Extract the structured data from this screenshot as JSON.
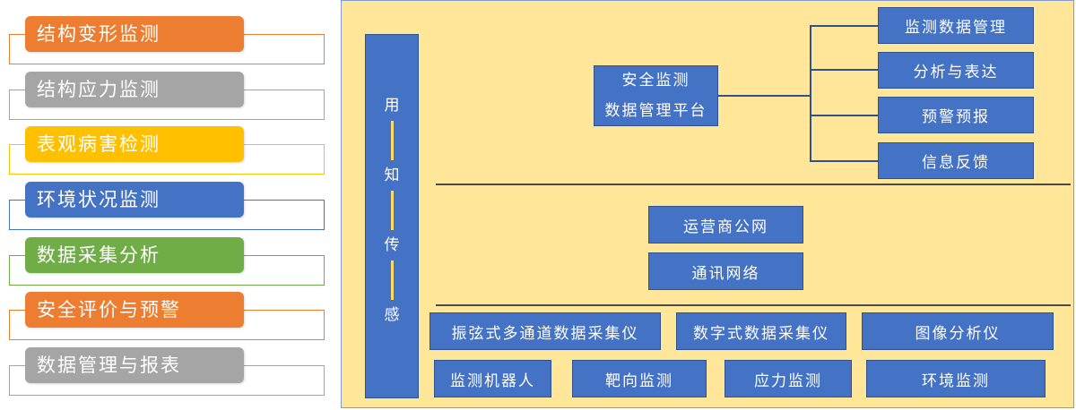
{
  "left_list": {
    "items": [
      {
        "label": "结构变形监测",
        "color": "#ed7d31"
      },
      {
        "label": "结构应力监测",
        "color": "#a5a5a5"
      },
      {
        "label": "表观病害检测",
        "color": "#ffc000"
      },
      {
        "label": "环境状况监测",
        "color": "#4472c4"
      },
      {
        "label": "数据采集分析",
        "color": "#70ad47"
      },
      {
        "label": "安全评价与预警",
        "color": "#ed7d31"
      },
      {
        "label": "数据管理与报表",
        "color": "#a5a5a5"
      }
    ]
  },
  "vertical_bar": {
    "chars": [
      "用",
      "知",
      "传",
      "感"
    ]
  },
  "platform": {
    "line1": "安全监测",
    "line2": "数据管理平台"
  },
  "platform_outputs": [
    "监测数据管理",
    "分析与表达",
    "预警预报",
    "信息反馈"
  ],
  "network": [
    "运营商公网",
    "通讯网络"
  ],
  "instruments_row1": [
    "振弦式多通道数据采集仪",
    "数字式数据采集仪",
    "图像分析仪"
  ],
  "instruments_row2": [
    "监测机器人",
    "靶向监测",
    "应力监测",
    "环境监测"
  ],
  "colors": {
    "panel_bg": "#ffe699",
    "box_blue": "#4472c4",
    "separator": "#4a4a4a"
  }
}
